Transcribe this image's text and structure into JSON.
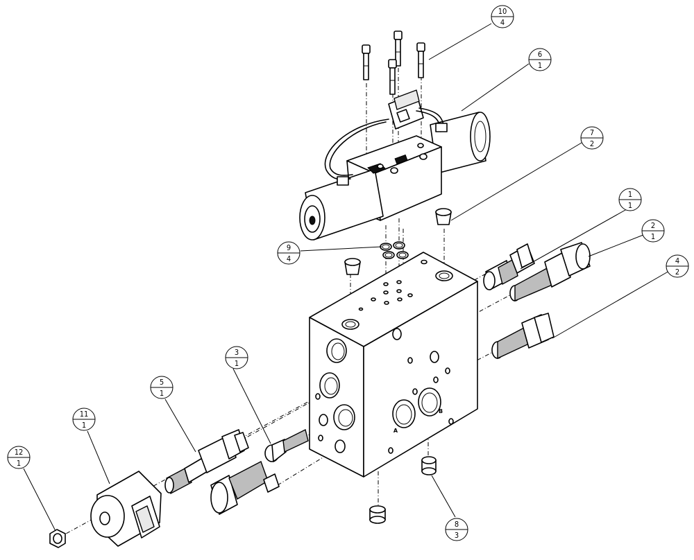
{
  "diagram": {
    "balloons": [
      {
        "id": "b10",
        "item": "10",
        "qty": "4"
      },
      {
        "id": "b6",
        "item": "6",
        "qty": "1"
      },
      {
        "id": "b7",
        "item": "7",
        "qty": "2"
      },
      {
        "id": "b1",
        "item": "1",
        "qty": "1"
      },
      {
        "id": "b2",
        "item": "2",
        "qty": "1"
      },
      {
        "id": "b4",
        "item": "4",
        "qty": "2"
      },
      {
        "id": "b9",
        "item": "9",
        "qty": "4"
      },
      {
        "id": "b3",
        "item": "3",
        "qty": "1"
      },
      {
        "id": "b5",
        "item": "5",
        "qty": "1"
      },
      {
        "id": "b11",
        "item": "11",
        "qty": "1"
      },
      {
        "id": "b12",
        "item": "12",
        "qty": "1"
      },
      {
        "id": "b8",
        "item": "8",
        "qty": "3"
      }
    ],
    "port_labels": {
      "a": "A",
      "b": "B"
    }
  }
}
